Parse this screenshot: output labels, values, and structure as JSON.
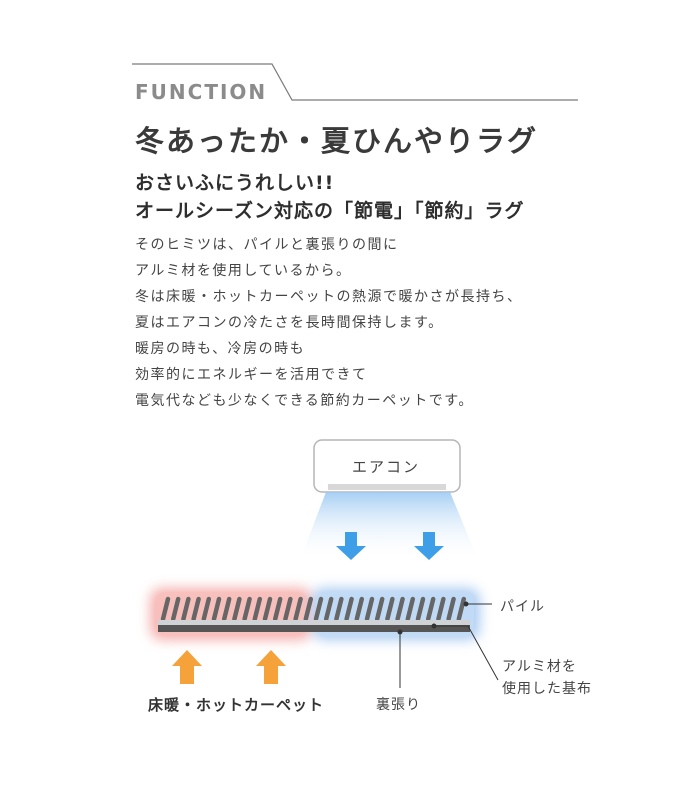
{
  "header": {
    "section_label": "FUNCTION"
  },
  "title": "冬あったか・夏ひんやりラグ",
  "subtitle": {
    "line1": "おさいふにうれしい!!",
    "line2": "オールシーズン対応の「節電」「節約」ラグ"
  },
  "body": {
    "lines": [
      "そのヒミツは、パイルと裏張りの間に",
      "アルミ材を使用しているから。",
      "冬は床暖・ホットカーペットの熱源で暖かさが長持ち、",
      "夏はエアコンの冷たさを長時間保持します。",
      "暖房の時も、冷房の時も",
      "効率的にエネルギーを活用できて",
      "電気代なども少なくできる節約カーペットです。"
    ]
  },
  "diagram": {
    "air_conditioner_label": "エアコン",
    "pile_label": "パイル",
    "aluminum_label_line1": "アルミ材を",
    "aluminum_label_line2": "使用した基布",
    "floor_heating_label": "床暖・ホットカーペット",
    "backing_label": "裏張り",
    "colors": {
      "warm_glow": "#f4a3a0",
      "cool_glow": "#9fc4f0",
      "cool_arrow": "#3f9ee8",
      "warm_arrow": "#f5a23a",
      "pile": "#666666"
    }
  }
}
